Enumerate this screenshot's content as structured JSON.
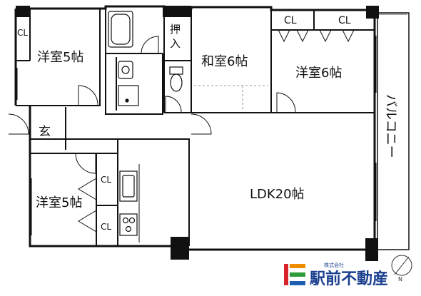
{
  "rooms": {
    "western_room_1": "洋室5帖",
    "japanese_room": "和室6帖",
    "western_room_2": "洋室6帖",
    "western_room_3": "洋室5帖",
    "ldk": "LDK20帖",
    "entrance": "玄",
    "balcony": "バルコニー"
  },
  "storage": {
    "cl_left": "CL",
    "cl_top_1": "CL",
    "cl_top_2": "CL",
    "oshiire": "押入",
    "cl_mid_1": "CL",
    "cl_mid_2": "CL"
  },
  "logo": {
    "company_prefix": "株式会社",
    "company_name": "駅前不動産",
    "mark_letter": "E",
    "colors": {
      "red": "#d8232a",
      "orange": "#f08c00",
      "green": "#2e9b3a",
      "blue": "#1d5fb0",
      "navy": "#1a3f8f"
    }
  },
  "icons": {
    "compass": "north-arrow-icon",
    "bathtub": "bathtub-icon",
    "toilet": "toilet-icon",
    "washbasin": "washbasin-icon",
    "washing_machine": "washing-machine-pan-icon",
    "kitchen_sink": "kitchen-sink-icon",
    "stove": "stove-icon"
  }
}
